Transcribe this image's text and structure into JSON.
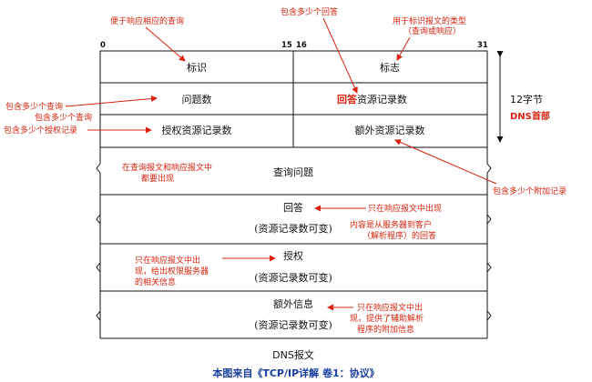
{
  "bits": {
    "b0": "0",
    "b15": "15",
    "b16": "16",
    "b31": "31"
  },
  "fields": {
    "id": "标识",
    "flags": "标志",
    "qcount": "问题数",
    "ans_prefix": "回答",
    "ans_suffix": "资源记录数",
    "auth_count": "授权资源记录数",
    "add_count": "额外资源记录数",
    "question": "查询问题",
    "answer": "回答",
    "answer_var": "(资源记录数可变)",
    "authority": "授权",
    "authority_var": "(资源记录数可变)",
    "additional": "额外信息",
    "additional_var": "(资源记录数可变)"
  },
  "header_size": "12字节",
  "header_label": "DNS首部",
  "annotations": {
    "id_note": "便于响应相应的查询",
    "answer_count_note": "包含多少个回答",
    "flags_note": [
      "用于标识报文的类型",
      "（查询或响应）"
    ],
    "qcount_note_1": "包含多少个查询",
    "qcount_note_2": "包含多少个查询",
    "auth_note": "包含多少个授权记录",
    "add_note": "包含多少个附加记录",
    "question_note": [
      "在查询报文和响应报文中",
      "都要出现"
    ],
    "answer_note": "只在响应报文中出现",
    "answer_note_2": [
      "内容是从服务器到客户",
      "（解析程序）的回答"
    ],
    "authority_note": [
      "只在响应报文中出",
      "现，给出权限服务器",
      "的相关信息"
    ],
    "additional_note": [
      "只在响应报文中出",
      "现，提供了辅助解析",
      "程序的附加信息"
    ]
  },
  "caption": "DNS报文",
  "source": "本图来自《TCP/IP详解 卷1：协议》",
  "colors": {
    "annotation": "#d9230f",
    "source": "#1a3fa0",
    "line": "#111111"
  }
}
